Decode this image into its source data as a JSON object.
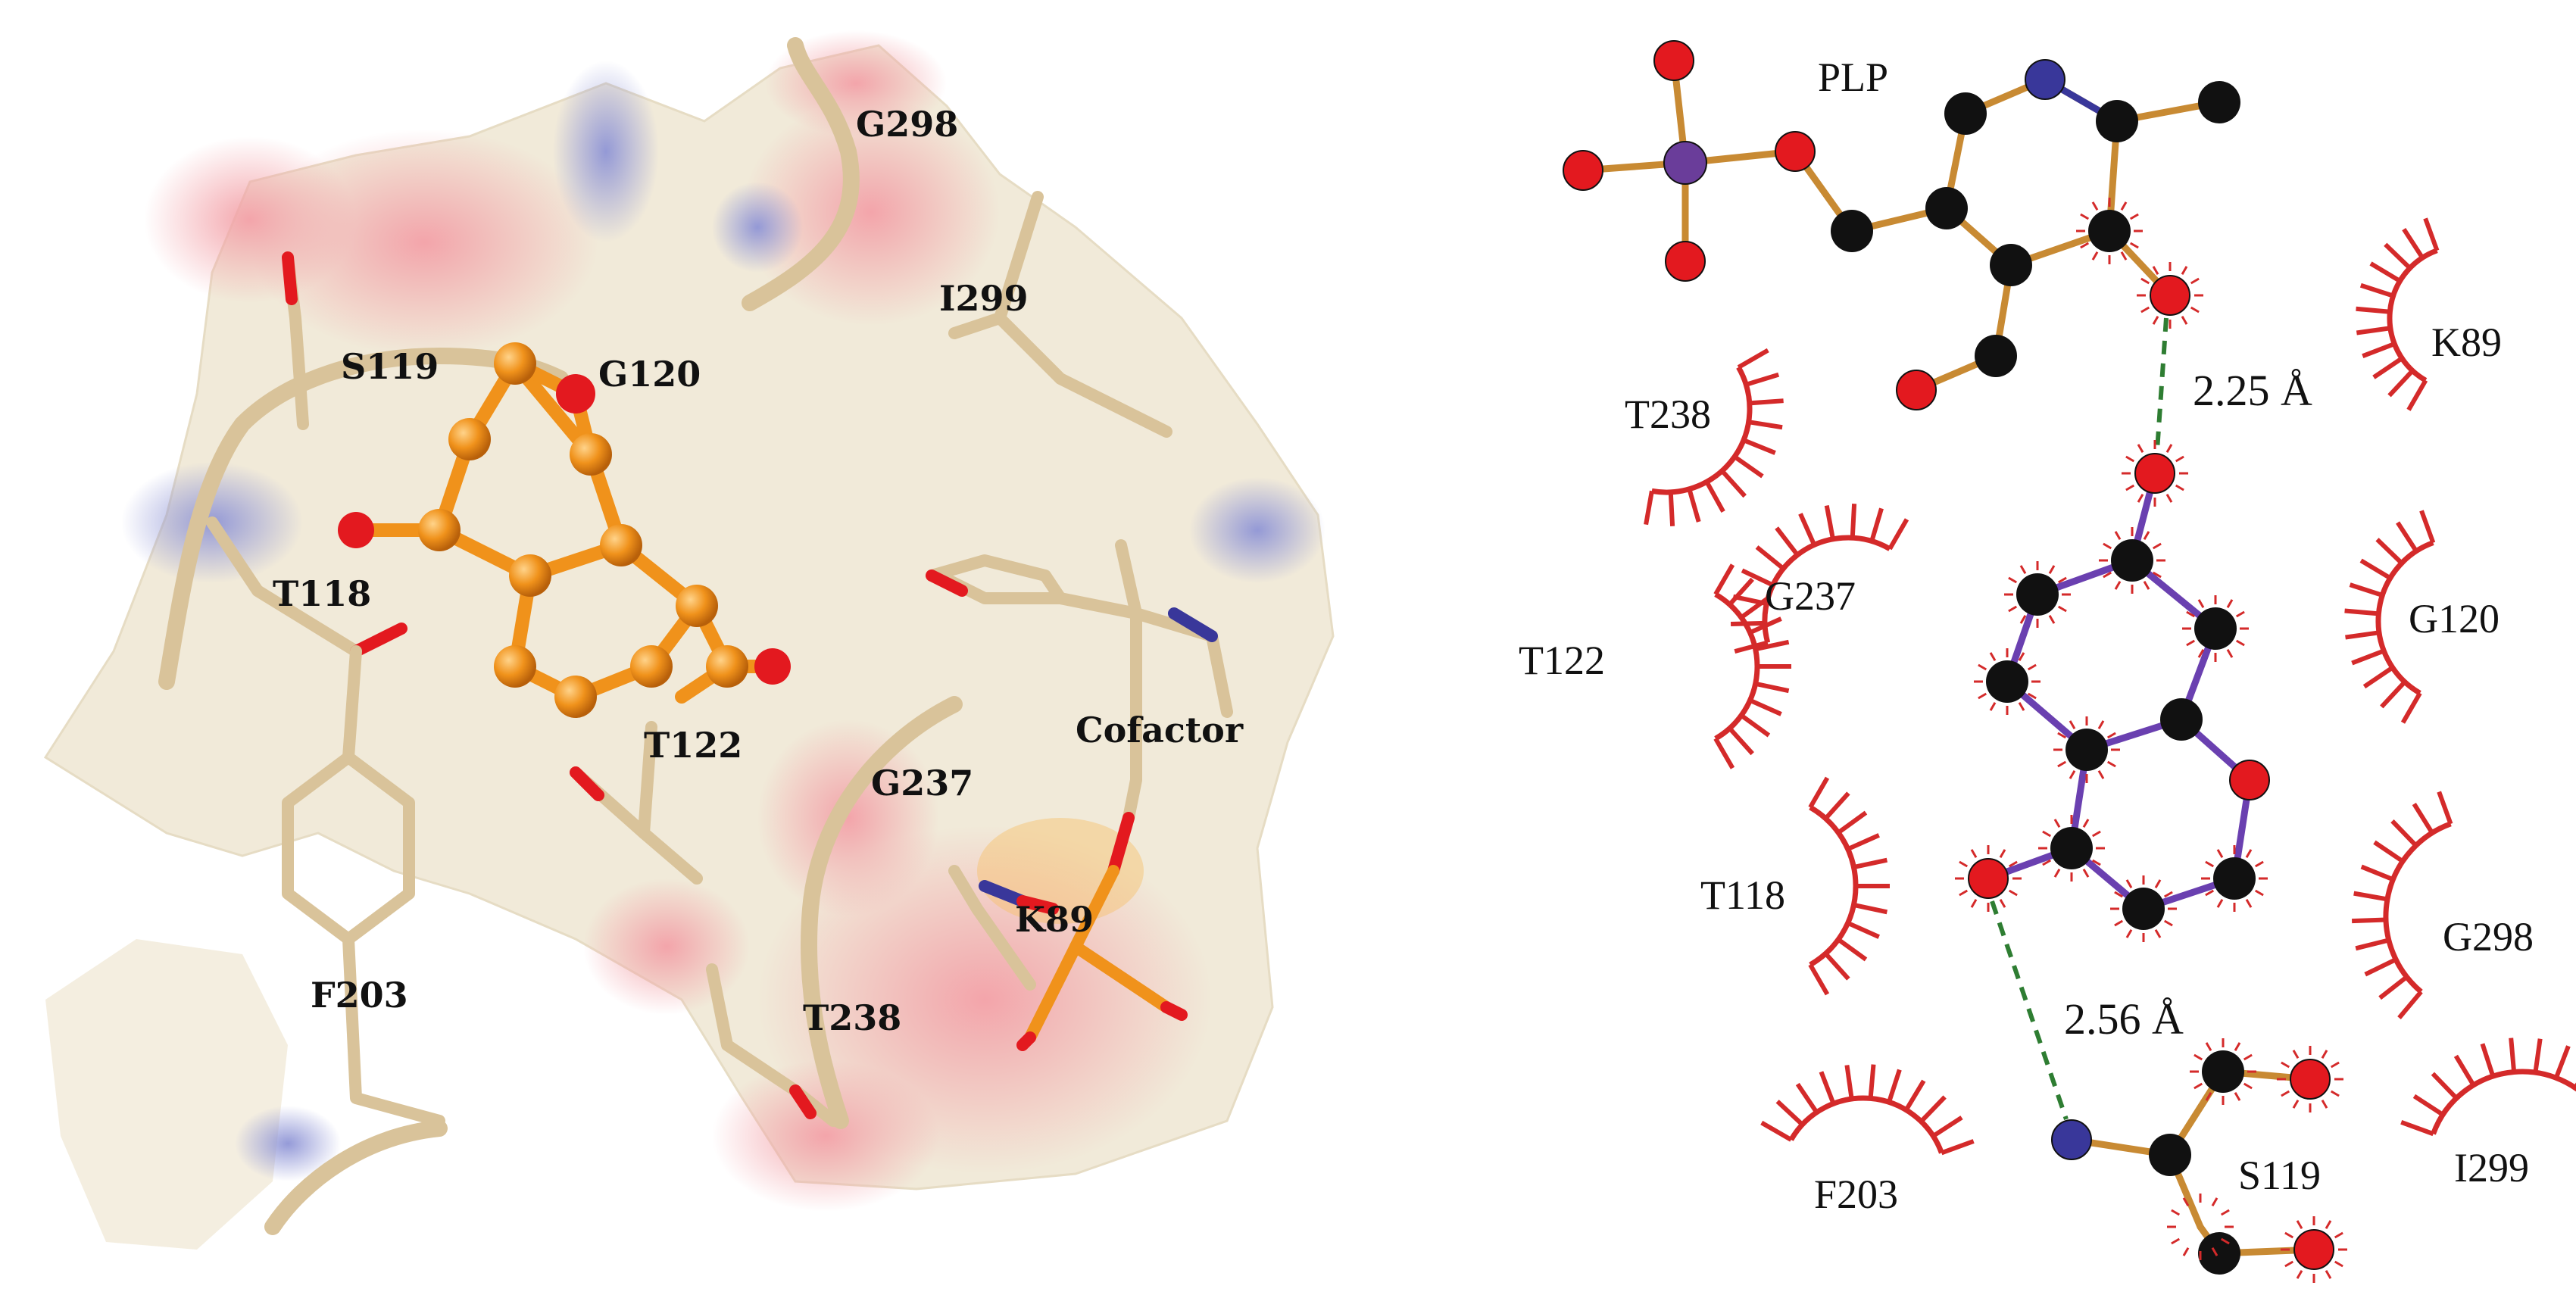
{
  "colors": {
    "carbon": "#111111",
    "oxygen": "#e3191f",
    "nitrogen": "#39379a",
    "phosphorus": "#6a3d9a",
    "bond_plp": "#c88a33",
    "bond_ligand": "#6a40b0",
    "hbond": "#2e7d32",
    "hydrophobic": "#d42a2a",
    "stick_tan": "#d9c39a",
    "ligand_orange": "#f0921b"
  },
  "left_panel": {
    "residue_labels": [
      "G298",
      "I299",
      "S119",
      "G120",
      "T118",
      "T122",
      "G237",
      "Cofactor",
      "K89",
      "F203",
      "T238"
    ]
  },
  "right_panel": {
    "cofactor_label": "PLP",
    "distances": [
      "2.25 Å",
      "2.56 Å"
    ],
    "residue_labels": [
      "K89",
      "T238",
      "G237",
      "G120",
      "T122",
      "T118",
      "G298",
      "F203",
      "S119",
      "I299"
    ]
  }
}
